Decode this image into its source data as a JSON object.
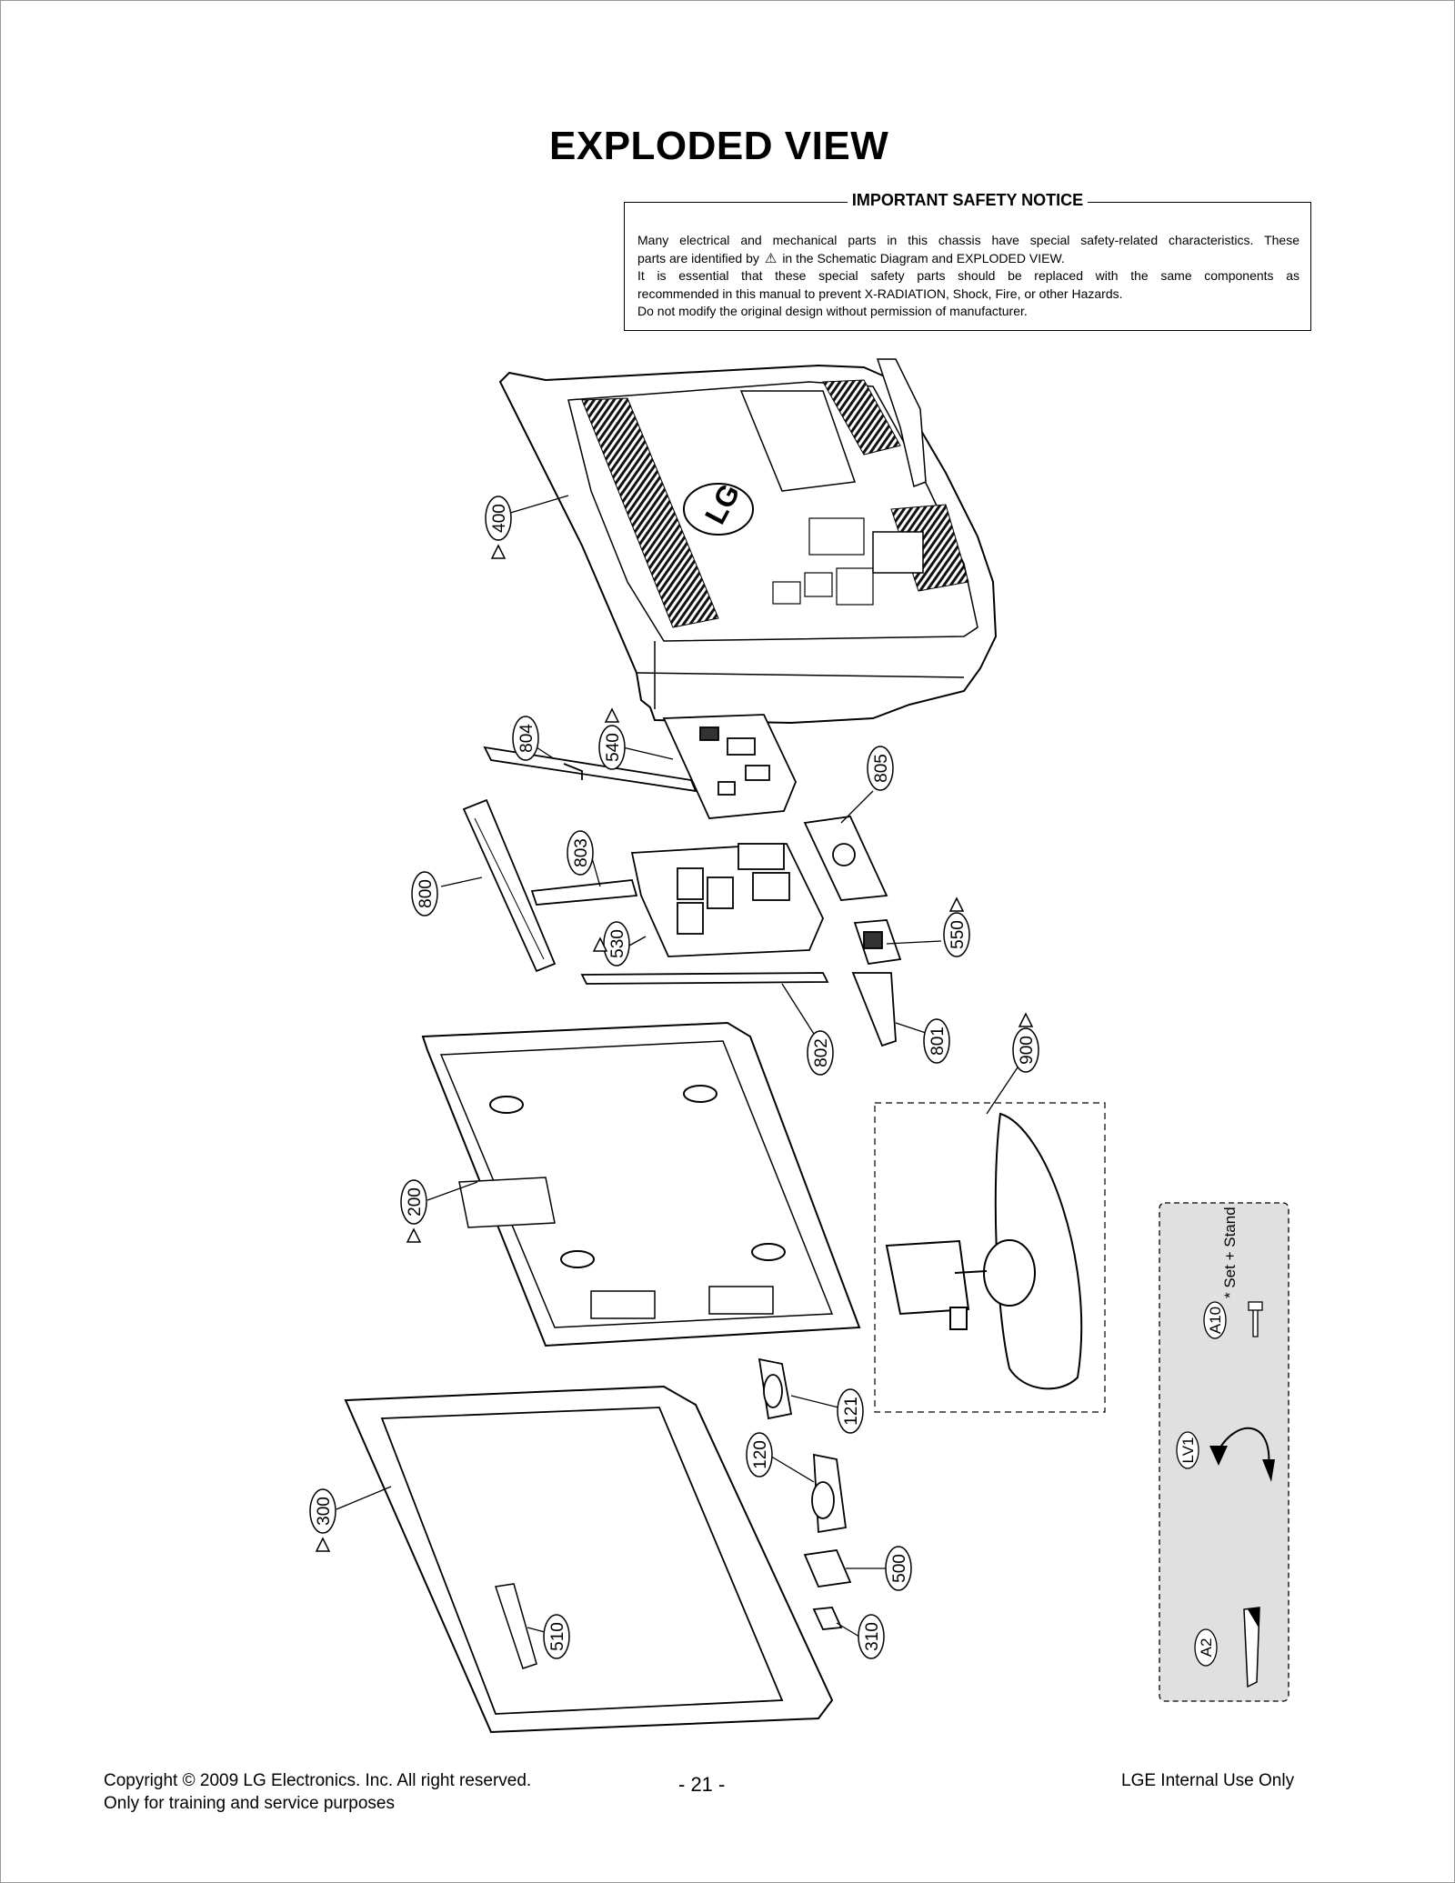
{
  "title": "EXPLODED VIEW",
  "safety_notice": {
    "heading": "IMPORTANT SAFETY NOTICE",
    "line1": "Many electrical and mechanical parts in this chassis have special safety-related characteristics. These",
    "line2_pre": "parts are identified by",
    "line2_post": "in the Schematic Diagram and EXPLODED VIEW.",
    "line3": "It is essential that these special safety parts should be replaced with the same components as",
    "line4": "recommended in this manual to prevent X-RADIATION, Shock, Fire, or other Hazards.",
    "line5": "Do not modify the original design without permission of manufacturer."
  },
  "parts": {
    "p400": "400",
    "p804": "804",
    "p540": "540",
    "p805": "805",
    "p803": "803",
    "p800": "800",
    "p530": "530",
    "p550": "550",
    "p802": "802",
    "p801": "801",
    "p900": "900",
    "p200": "200",
    "p121": "121",
    "p120": "120",
    "p300": "300",
    "p500": "500",
    "p510": "510",
    "p310": "310"
  },
  "accessories": {
    "a10": "A10",
    "note": "* Set + Stand",
    "lv1": "LV1",
    "a2": "A2"
  },
  "footer": {
    "copyright": "Copyright © 2009 LG Electronics. Inc. All right reserved.",
    "purpose": "Only for training and service purposes",
    "page": "- 21 -",
    "internal": "LGE Internal Use Only"
  }
}
